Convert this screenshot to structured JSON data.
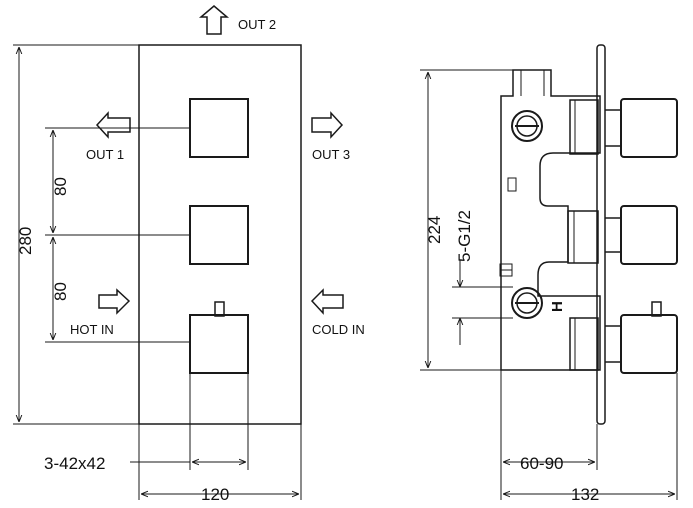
{
  "front_view": {
    "labels": {
      "out2": "OUT 2",
      "out1": "OUT 1",
      "out3": "OUT 3",
      "hot_in": "HOT IN",
      "cold_in": "COLD IN"
    },
    "dimensions": {
      "height": "280",
      "spacing_top": "80",
      "spacing_bottom": "80",
      "knob_size": "3-42x42",
      "width": "120"
    }
  },
  "side_view": {
    "dimensions": {
      "height": "224",
      "thread": "5-G1/2",
      "depth_range": "60-90",
      "total_depth": "132"
    }
  }
}
